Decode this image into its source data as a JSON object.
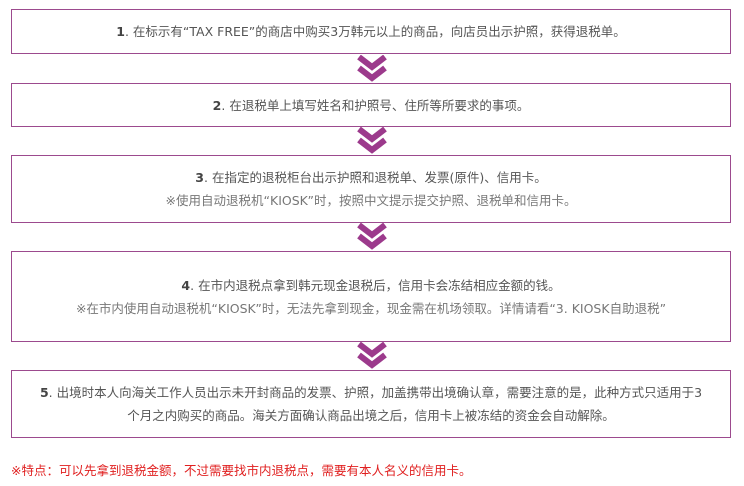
{
  "steps": [
    {
      "num": "1",
      "text": ". 在标示有“TAX FREE”的商店中购买3万韩元以上的商品，向店员出示护照，获得退税单。"
    },
    {
      "num": "2",
      "text": ". 在退税单上填写姓名和护照号、住所等所要求的事项。"
    },
    {
      "num": "3",
      "text": ". 在指定的退税柜台出示护照和退税单、发票(原件)、信用卡。",
      "note": "※使用自动退税机“KIOSK”时，按照中文提示提交护照、退税单和信用卡。"
    },
    {
      "num": "4",
      "text": ". 在市内退税点拿到韩元现金退税后，信用卡会冻结相应金额的钱。",
      "note": "※在市内使用自动退税机“KIOSK”时，无法先拿到现金，现金需在机场领取。详情请看“3. KIOSK自助退税”"
    },
    {
      "num": "5",
      "text": ". 出境时本人向海关工作人员出示未开封商品的发票、护照，加盖携带出境确认章，需要注意的是，此种方式只适用于3个月之内购买的商品。海关方面确认商品出境之后，信用卡上被冻结的资金会自动解除。"
    }
  ],
  "footer": "※特点：可以先拿到退税金额，不过需要找市内退税点，需要有本人名义的信用卡。",
  "colors": {
    "accent": "#9c3a8c",
    "border": "#9c4a8e",
    "footer": "#e02020"
  }
}
